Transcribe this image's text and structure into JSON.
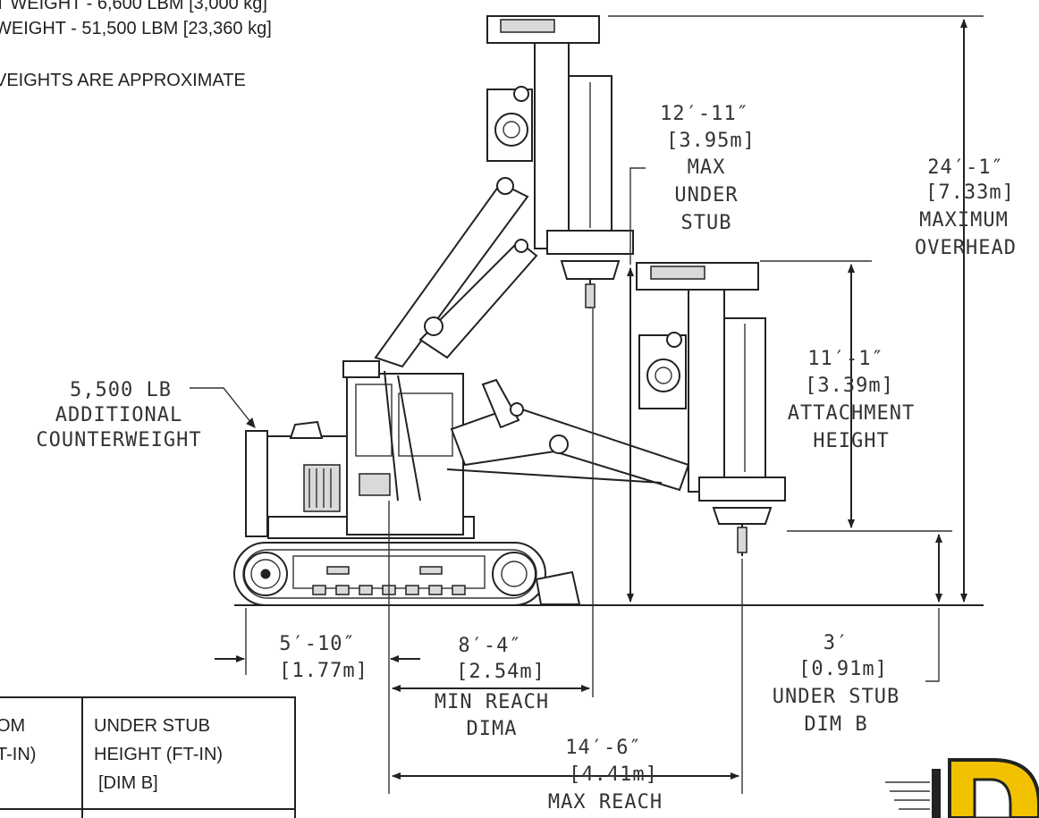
{
  "notes": {
    "line1": "T WEIGHT - 6,600 LBM [3,000 kg]",
    "line2": "WEIGHT - 51,500 LBM [23,360 kg]",
    "line3": "VEIGHTS ARE APPROXIMATE"
  },
  "counterweight": {
    "line1": "5,500 LB",
    "line2": "ADDITIONAL",
    "line3": "COUNTERWEIGHT"
  },
  "dims": {
    "under_stub_max": {
      "ft": "12′-11″",
      "m": "[3.95m]",
      "l1": "MAX",
      "l2": "UNDER",
      "l3": "STUB"
    },
    "max_overhead": {
      "ft": "24′-1″",
      "m": "[7.33m]",
      "l1": "MAXIMUM",
      "l2": "OVERHEAD"
    },
    "attachment_height": {
      "ft": "11′-1″",
      "m": "[3.39m]",
      "l1": "ATTACHMENT",
      "l2": "HEIGHT"
    },
    "track_offset": {
      "ft": "5′-10″",
      "m": "[1.77m]"
    },
    "min_reach": {
      "ft": "8′-4″",
      "m": "[2.54m]",
      "l1": "MIN REACH",
      "l2": "DIMA"
    },
    "under_stub_b": {
      "ft": "3′",
      "m": "[0.91m]",
      "l1": "UNDER STUB",
      "l2": "DIM B"
    },
    "max_reach": {
      "ft": "14′-6″",
      "m": "[4.41m]",
      "l1": "MAX REACH"
    }
  },
  "table": {
    "col1": {
      "l1": "OM",
      "l2": "T-IN)"
    },
    "col2": {
      "l1": "UNDER STUB",
      "l2": "HEIGHT (FT-IN)",
      "l3": "[DIM B]"
    }
  },
  "colors": {
    "line": "#222222",
    "logo_yellow": "#f2c200"
  }
}
